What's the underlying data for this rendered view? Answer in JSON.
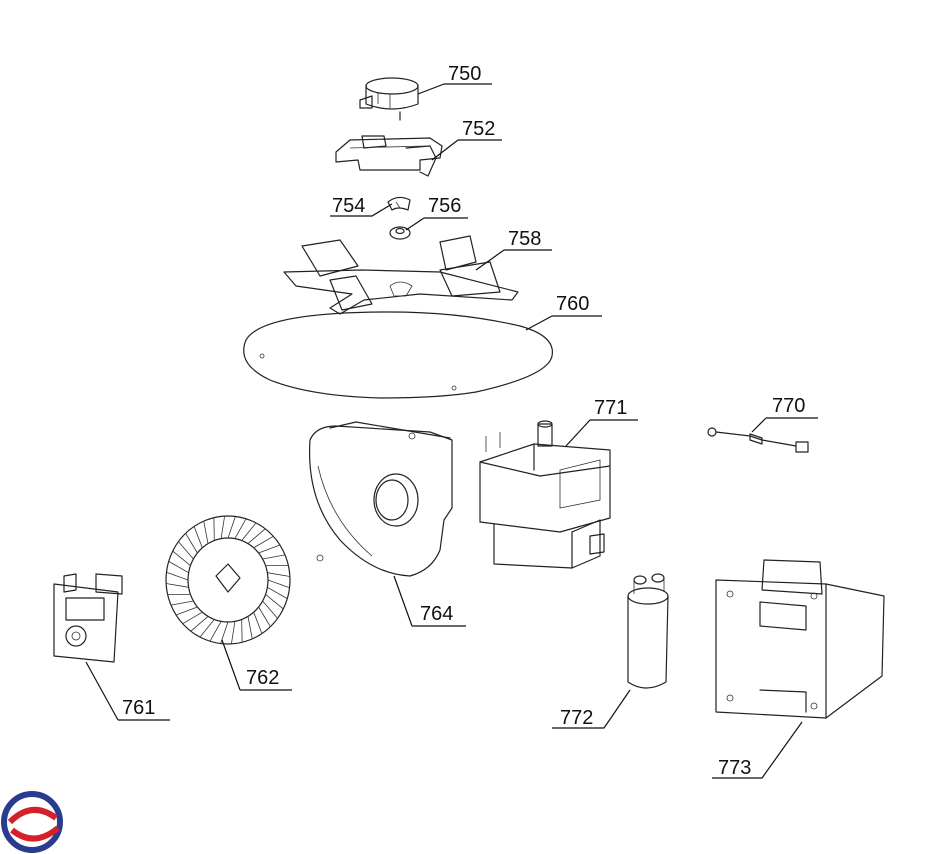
{
  "diagram": {
    "callouts": [
      "750",
      "752",
      "754",
      "756",
      "758",
      "760",
      "771",
      "770",
      "764",
      "762",
      "761",
      "772",
      "773"
    ]
  },
  "logo": {
    "colors": [
      "#2a3c8f",
      "#d4202a"
    ],
    "name": "brand-logo"
  }
}
